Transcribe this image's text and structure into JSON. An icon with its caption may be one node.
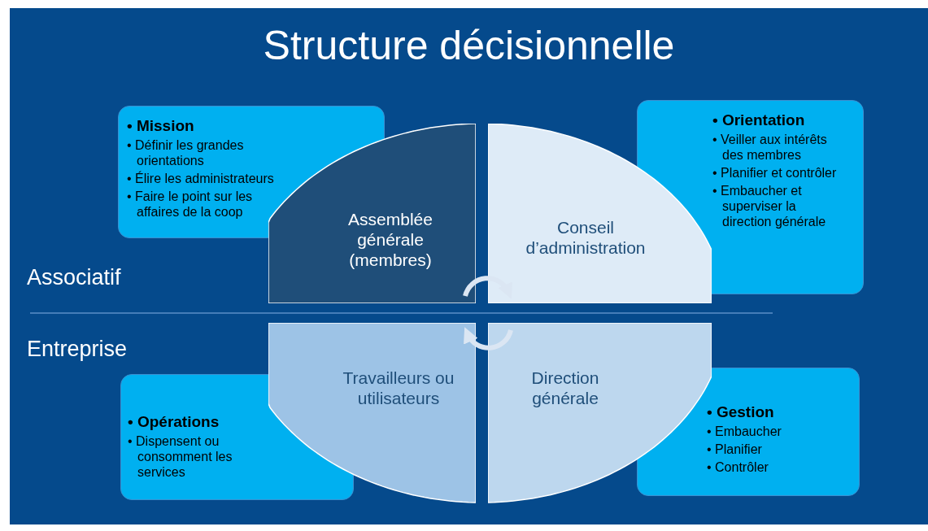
{
  "diagram": {
    "title": "Structure décisionnelle",
    "nodes": [
      {
        "text": [
          "• Mission",
          "• Définir les grandes orientations",
          "• Élire les administrateurs",
          "• Faire le point sur les affaires de la coop"
        ]
      },
      {
        "text": [
          "• Orientation",
          "• Veiller aux intérêts des membres",
          "• Planifier et contrôler",
          "• Embaucher et superviser la direction générale"
        ]
      },
      {
        "text": [
          "Assemblée générale (membres)"
        ]
      },
      {
        "text": [
          "Conseil d’administration"
        ]
      },
      {
        "text": [
          "Travailleurs ou utilisateurs"
        ]
      },
      {
        "text": [
          "Direction générale"
        ]
      },
      {
        "text": [
          "• Opérations",
          "• Dispensent ou consomment les services"
        ]
      },
      {
        "text": [
          "• Gestion",
          "• Embaucher",
          "• Planifier",
          "• Contrôler"
        ]
      }
    ],
    "edges": [
      {
        "from": 2,
        "to": 3,
        "arrow": "to"
      },
      {
        "from": 5,
        "to": 4,
        "arrow": "to"
      }
    ],
    "labels": [
      "Associatif",
      "Entreprise"
    ]
  }
}
